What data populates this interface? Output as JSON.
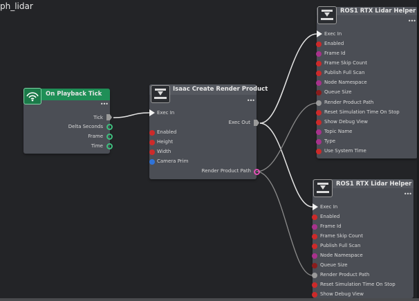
{
  "graph": {
    "title": "ph_lidar"
  },
  "colors": {
    "canvas": "#232427",
    "wire": "#e6e6e6",
    "exec_pin": "#f2f2f2",
    "bool_pin": "#cc2a2a",
    "int_pin": "#a8328c",
    "path_pin": "#9a9a9a",
    "green_header": "#1f8f57"
  },
  "nodes": {
    "playback": {
      "title": "On Playback Tick",
      "icon": "wifi-signal-icon",
      "menu": "•••",
      "outputs": [
        "Tick",
        "Delta Seconds",
        "Frame",
        "Time"
      ]
    },
    "create_rp": {
      "title": "Isaac Create Render Product",
      "icon": "render-camera-icon",
      "menu": "•••",
      "exec_in": "Exec In",
      "exec_out": "Exec Out",
      "inputs": [
        "Enabled",
        "Height",
        "Width",
        "Camera Prim"
      ],
      "output": "Render Product Path"
    },
    "lidar_top": {
      "title": "ROS1 RTX Lidar Helper",
      "icon": "ros-lidar-icon",
      "menu": "•••",
      "inputs": [
        "Exec In",
        "Enabled",
        "Frame Id",
        "Frame Skip Count",
        "Publish Full Scan",
        "Node Namespace",
        "Queue Size",
        "Render Product Path",
        "Reset Simulation Time On Stop",
        "Show Debug View",
        "Topic Name",
        "Type",
        "Use System Time"
      ]
    },
    "lidar_bottom": {
      "title": "ROS1 RTX Lidar Helper",
      "icon": "ros-lidar-icon",
      "menu": "•••",
      "inputs": [
        "Exec In",
        "Enabled",
        "Frame Id",
        "Frame Skip Count",
        "Publish Full Scan",
        "Node Namespace",
        "Queue Size",
        "Render Product Path",
        "Reset Simulation Time On Stop",
        "Show Debug View"
      ]
    }
  }
}
